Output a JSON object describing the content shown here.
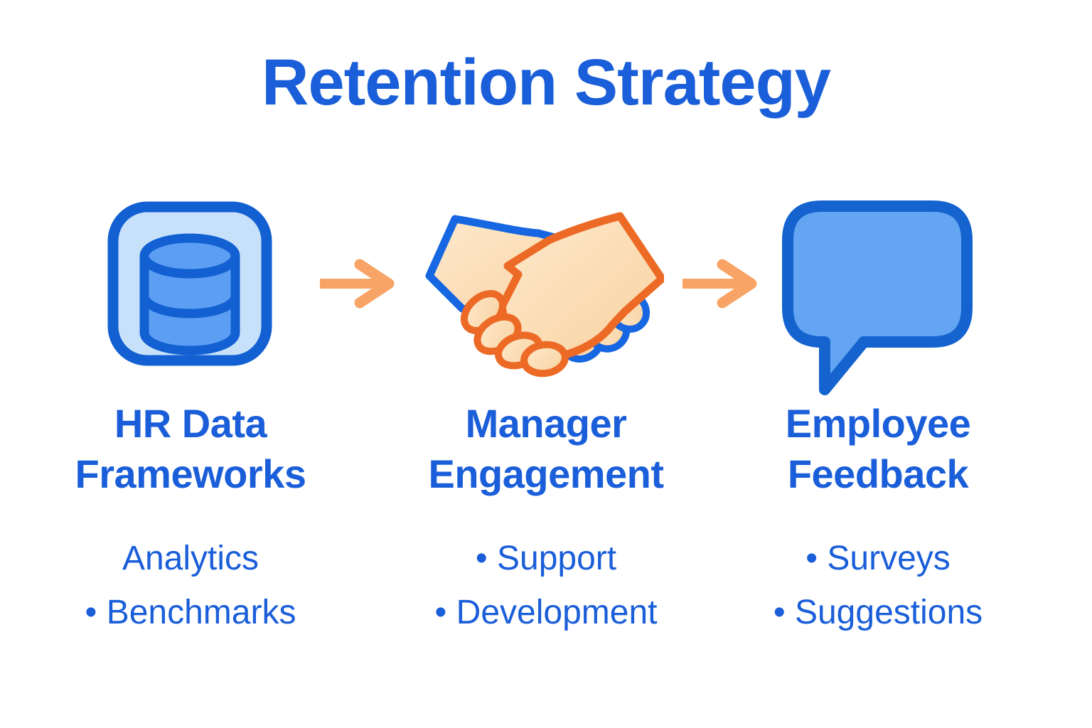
{
  "title": "Retention Strategy",
  "colors": {
    "text_blue": "#1A5ED9",
    "icon_stroke_blue": "#1360D2",
    "database_tile_fill": "#C7E1FB",
    "database_cylinder_fill": "#5C9EF3",
    "speech_bubble_fill": "#63A5F3",
    "arrow_orange": "#F8A466",
    "handshake_outline_orange": "#EC6A26",
    "handshake_outline_blue": "#1766E2",
    "handshake_skin": "#FBD9AE"
  },
  "columns": [
    {
      "id": "hr-data-frameworks",
      "icon": "database-icon",
      "heading_lines": [
        "HR Data",
        "Frameworks"
      ],
      "bullets": [
        "Analytics",
        "• Benchmarks"
      ]
    },
    {
      "id": "manager-engagement",
      "icon": "handshake-icon",
      "heading_lines": [
        "Manager",
        "Engagement"
      ],
      "bullets": [
        "• Support",
        "• Development"
      ]
    },
    {
      "id": "employee-feedback",
      "icon": "speech-bubble-icon",
      "heading_lines": [
        "Employee",
        "Feedback"
      ],
      "bullets": [
        "• Surveys",
        "• Suggestions"
      ]
    }
  ]
}
